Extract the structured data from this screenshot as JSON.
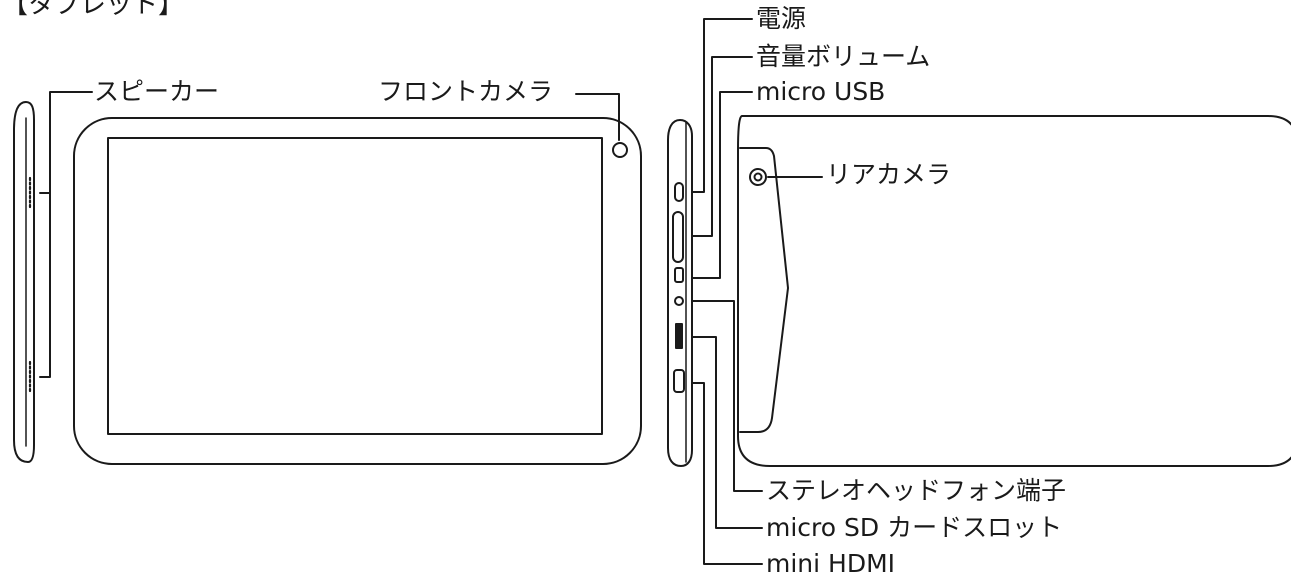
{
  "title": "【タブレット】",
  "labels": {
    "speaker": "スピーカー",
    "front_camera": "フロントカメラ",
    "power": "電源",
    "volume": "音量ボリューム",
    "micro_usb": "micro USB",
    "rear_camera": "リアカメラ",
    "headphone": "ステレオヘッドフォン端子",
    "micro_sd": "micro SD カードスロット",
    "mini_hdmi": "mini HDMI"
  },
  "colors": {
    "line": "#1a1a1a",
    "background": "#ffffff"
  }
}
